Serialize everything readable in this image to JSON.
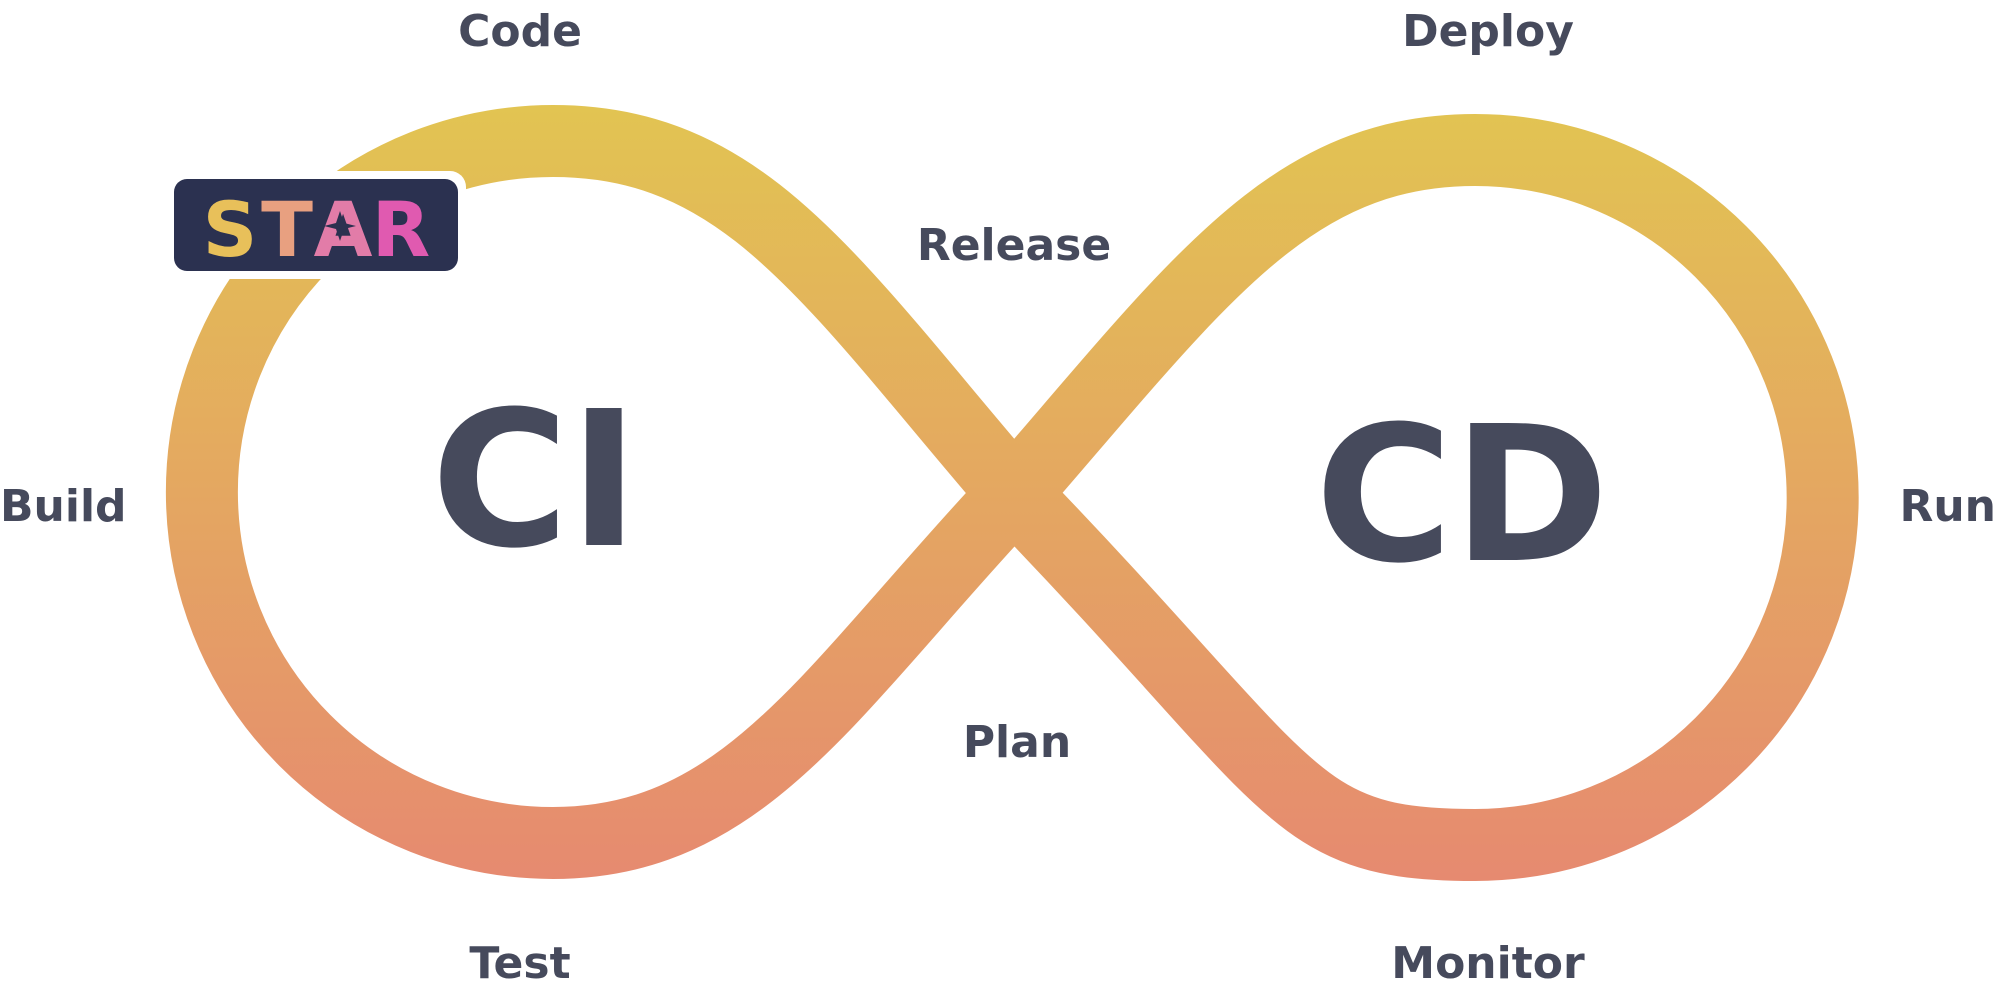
{
  "diagram": {
    "center_left": "CI",
    "center_right": "CD",
    "stages": {
      "code": "Code",
      "deploy": "Deploy",
      "release": "Release",
      "build": "Build",
      "run": "Run",
      "plan": "Plan",
      "test": "Test",
      "monitor": "Monitor"
    }
  },
  "logo": {
    "letters": [
      "S",
      "T",
      "A",
      "R"
    ],
    "background": "#2b3150",
    "letter_colors": [
      "#e8c05a",
      "#e8a080",
      "#e27ca8",
      "#e05ab0"
    ]
  },
  "colors": {
    "loop_top": "#e2c452",
    "loop_bottom": "#e68a70",
    "text": "#464a5c"
  }
}
